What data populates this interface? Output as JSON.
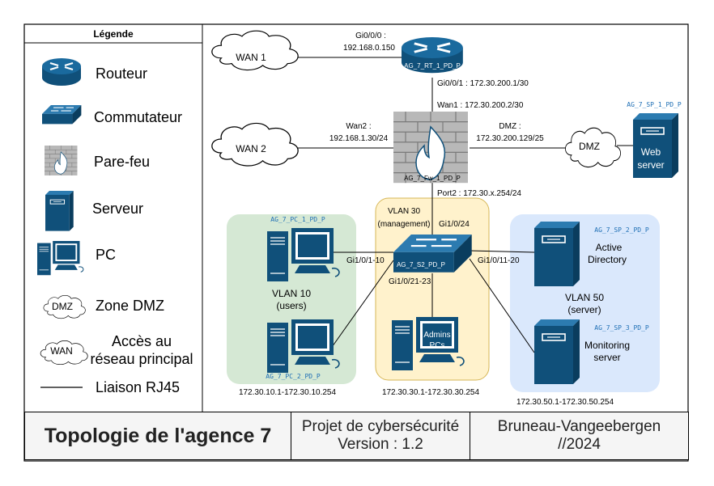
{
  "legend": {
    "title": "Légende",
    "items": [
      {
        "icon": "router-icon",
        "label": "Routeur"
      },
      {
        "icon": "switch-icon",
        "label": "Commutateur"
      },
      {
        "icon": "firewall-icon",
        "label": "Pare-feu"
      },
      {
        "icon": "server-icon",
        "label": "Serveur"
      },
      {
        "icon": "pc-icon",
        "label": "PC"
      },
      {
        "icon": "cloud-icon",
        "label": "Zone DMZ",
        "cloud_text": "DMZ"
      },
      {
        "icon": "cloud-icon",
        "label_line1": "Accès au",
        "label_line2": "réseau principal",
        "cloud_text": "WAN"
      },
      {
        "icon": "line-icon",
        "label": "Liaison RJ45"
      }
    ]
  },
  "clouds": {
    "wan1": "WAN 1",
    "wan2": "WAN 2",
    "dmz": "DMZ"
  },
  "router": {
    "name": "AG_7_RT_1_PD_P",
    "gi000_line1": "Gi0/0/0 :",
    "gi000_line2": "192.168.0.150",
    "gi001": "Gi0/0/1 : 172.30.200.1/30"
  },
  "firewall": {
    "name": "AG_7_Fw_1_PD_P",
    "wan1": "Wan1 : 172.30.200.2/30",
    "wan2_line1": "Wan2 :",
    "wan2_line2": "192.168.1.30/24",
    "dmz_line1": "DMZ :",
    "dmz_line2": "172.30.200.129/25",
    "port2": "Port2 : 172.30.x.254/24"
  },
  "dmz_server": {
    "name": "AG_7_SP_1_PD_P",
    "label_line1": "Web",
    "label_line2": "server"
  },
  "switch": {
    "name": "AG_7_S2_PD_P",
    "port_top": "Gi1/0/24",
    "port_left": "Gi1/0/1-10",
    "port_bottom": "Gi1/0/21-23",
    "port_right": "Gi1/0/11-20"
  },
  "vlan10": {
    "title": "VLAN 10",
    "subtitle": "(users)",
    "pc1": "AG_7_PC_1_PD_P",
    "pc2": "AG_7_PC_2_PD_P",
    "range": "172.30.10.1-172.30.10.254"
  },
  "vlan30": {
    "title": "VLAN 30",
    "subtitle": "(management)",
    "pc_label_line1": "Admins",
    "pc_label_line2": "PCs",
    "range": "172.30.30.1-172.30.30.254"
  },
  "vlan50": {
    "title": "VLAN 50",
    "subtitle": "(server)",
    "sp2": "AG_7_SP_2_PD_P",
    "sp2_label_line1": "Active",
    "sp2_label_line2": "Directory",
    "sp3": "AG_7_SP_3_PD_P",
    "sp3_label_line1": "Monitoring",
    "sp3_label_line2": "server",
    "range": "172.30.50.1-172.30.50.254"
  },
  "footer": {
    "title": "Topologie de l'agence 7",
    "project_line1": "Projet de cybersécurité",
    "project_line2": "Version : 1.2",
    "author_line1": "Bruneau-Vangeebergen",
    "author_line2": "//2024"
  },
  "colors": {
    "device_blue": "#10507a",
    "vlan10_bg": "#d5e8d4",
    "vlan30_bg": "#fff2cc",
    "vlan50_bg": "#dae8fc",
    "label_blue": "#1f6fb5"
  }
}
